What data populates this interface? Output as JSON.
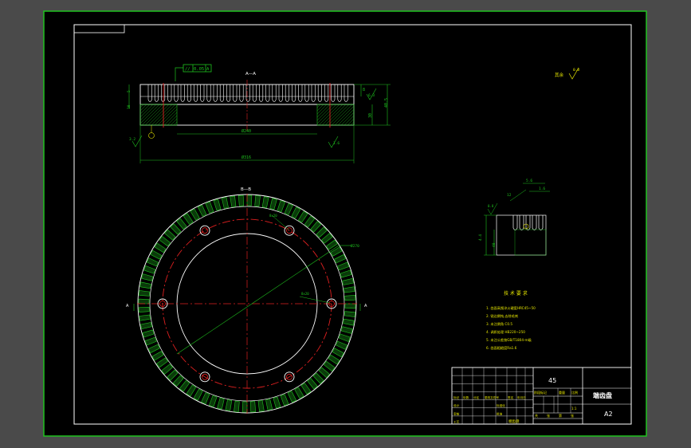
{
  "colors": {
    "background": "#4a4a4a",
    "paper": "#000000",
    "frame": "#1ec21e",
    "part": "#ffffff",
    "dimension": "#1ec21e",
    "centerline": "#e02020",
    "hatch": "#1ec21e",
    "yellow": "#e6e600"
  },
  "views": {
    "section_a_label": "A—A",
    "section_b_label": "B—B"
  },
  "dims": {
    "tolerance_symbol": "//",
    "tolerance_value": "0.05",
    "tolerance_datum": "A",
    "inner_dia": "Ø240",
    "outer_dia": "Ø316",
    "pitch_circle": "Ø270",
    "height_total": "40.5",
    "height_side": "30",
    "height_top": "8",
    "hole_note": "8x20",
    "roughness_a": "3.2",
    "roughness_b": "1.6",
    "roughness_c": "6.3",
    "roughness_d": "0.8",
    "detail_a": "4.4",
    "detail_b": "5.6",
    "detail_c": "12",
    "detail_d": "40",
    "corner_note": "其余"
  },
  "tech": {
    "title": "技 术 要 求",
    "items": [
      "1. 齿面高频淬火硬度HRC45~50",
      "2. 锐边倒钝,去除毛刺",
      "3. 未注倒角 C0.5",
      "4. 调质处理 HB220~250",
      "5. 未注公差按GB/T1804-m级",
      "6. 齿面粗糙度Ra1.6"
    ]
  },
  "title_block": {
    "material": "45",
    "part_name": "端齿盘",
    "size": "A2",
    "scale_header": "比例",
    "weight_header": "重量",
    "sheet_header": "共 张",
    "scale_value": "1:1",
    "row_labels": [
      "标记",
      "设计",
      "审核",
      "工艺"
    ],
    "col_labels": [
      "处数",
      "分区",
      "更改文件号",
      "签名",
      "年月日"
    ],
    "mid_labels": [
      "标准化",
      "批准"
    ],
    "stage_labels": [
      "阶段标记",
      "重量",
      "比例"
    ],
    "bottom_label": "端齿盘",
    "sheet_labels": [
      "共",
      "张",
      "第",
      "张"
    ]
  }
}
